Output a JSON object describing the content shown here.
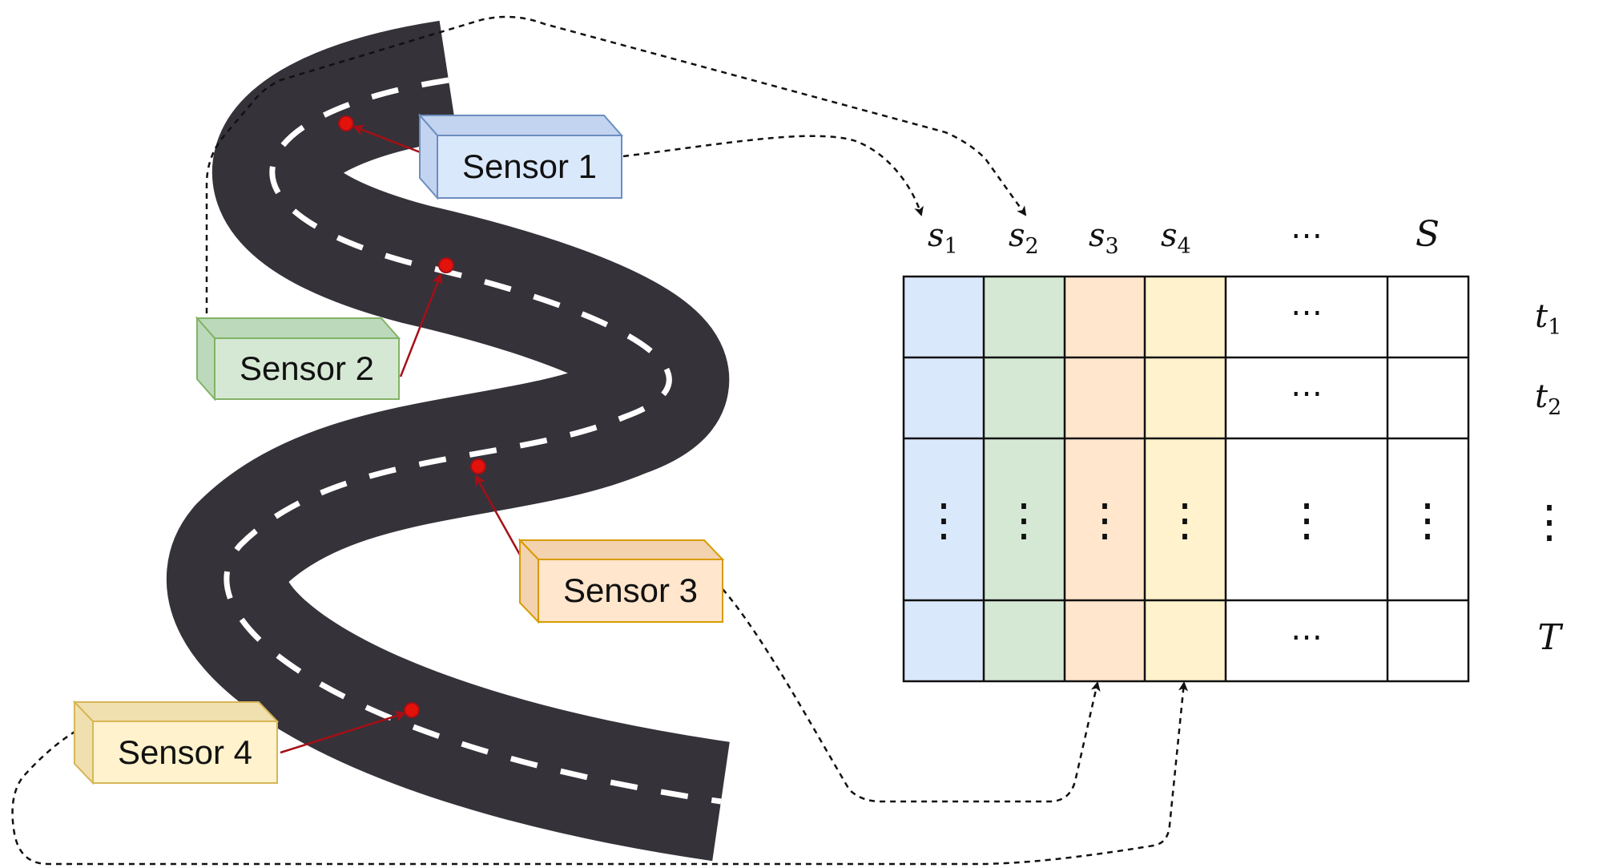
{
  "sensors": [
    {
      "label": "Sensor 1",
      "fill": "#dae8fc",
      "stroke": "#6c8ebf",
      "side": "#c3d4f0"
    },
    {
      "label": "Sensor 2",
      "fill": "#d5e8d4",
      "stroke": "#82b366",
      "side": "#bcd9bb"
    },
    {
      "label": "Sensor 3",
      "fill": "#ffe6cc",
      "stroke": "#d79b00",
      "side": "#f3d2b0"
    },
    {
      "label": "Sensor 4",
      "fill": "#fff2cc",
      "stroke": "#d6b656",
      "side": "#f0e0b0"
    }
  ],
  "matrix": {
    "column_headers": [
      {
        "base": "s",
        "sub": "1"
      },
      {
        "base": "s",
        "sub": "2"
      },
      {
        "base": "s",
        "sub": "3"
      },
      {
        "base": "s",
        "sub": "4"
      }
    ],
    "column_ellipsis": "⋯",
    "last_column": "S",
    "row_headers": [
      {
        "base": "t",
        "sub": "1"
      },
      {
        "base": "t",
        "sub": "2"
      }
    ],
    "row_ellipsis": "⋮",
    "last_row": "T",
    "column_colors": [
      "#dae8fc",
      "#d5e8d4",
      "#ffe6cc",
      "#fff2cc"
    ]
  },
  "colors": {
    "road": "#35323a",
    "lane_marking": "#ffffff",
    "sensor_point": "#e3120b",
    "pointer_arrow": "#a50f15",
    "dashed_connector": "#111111",
    "grid": "#111111"
  }
}
